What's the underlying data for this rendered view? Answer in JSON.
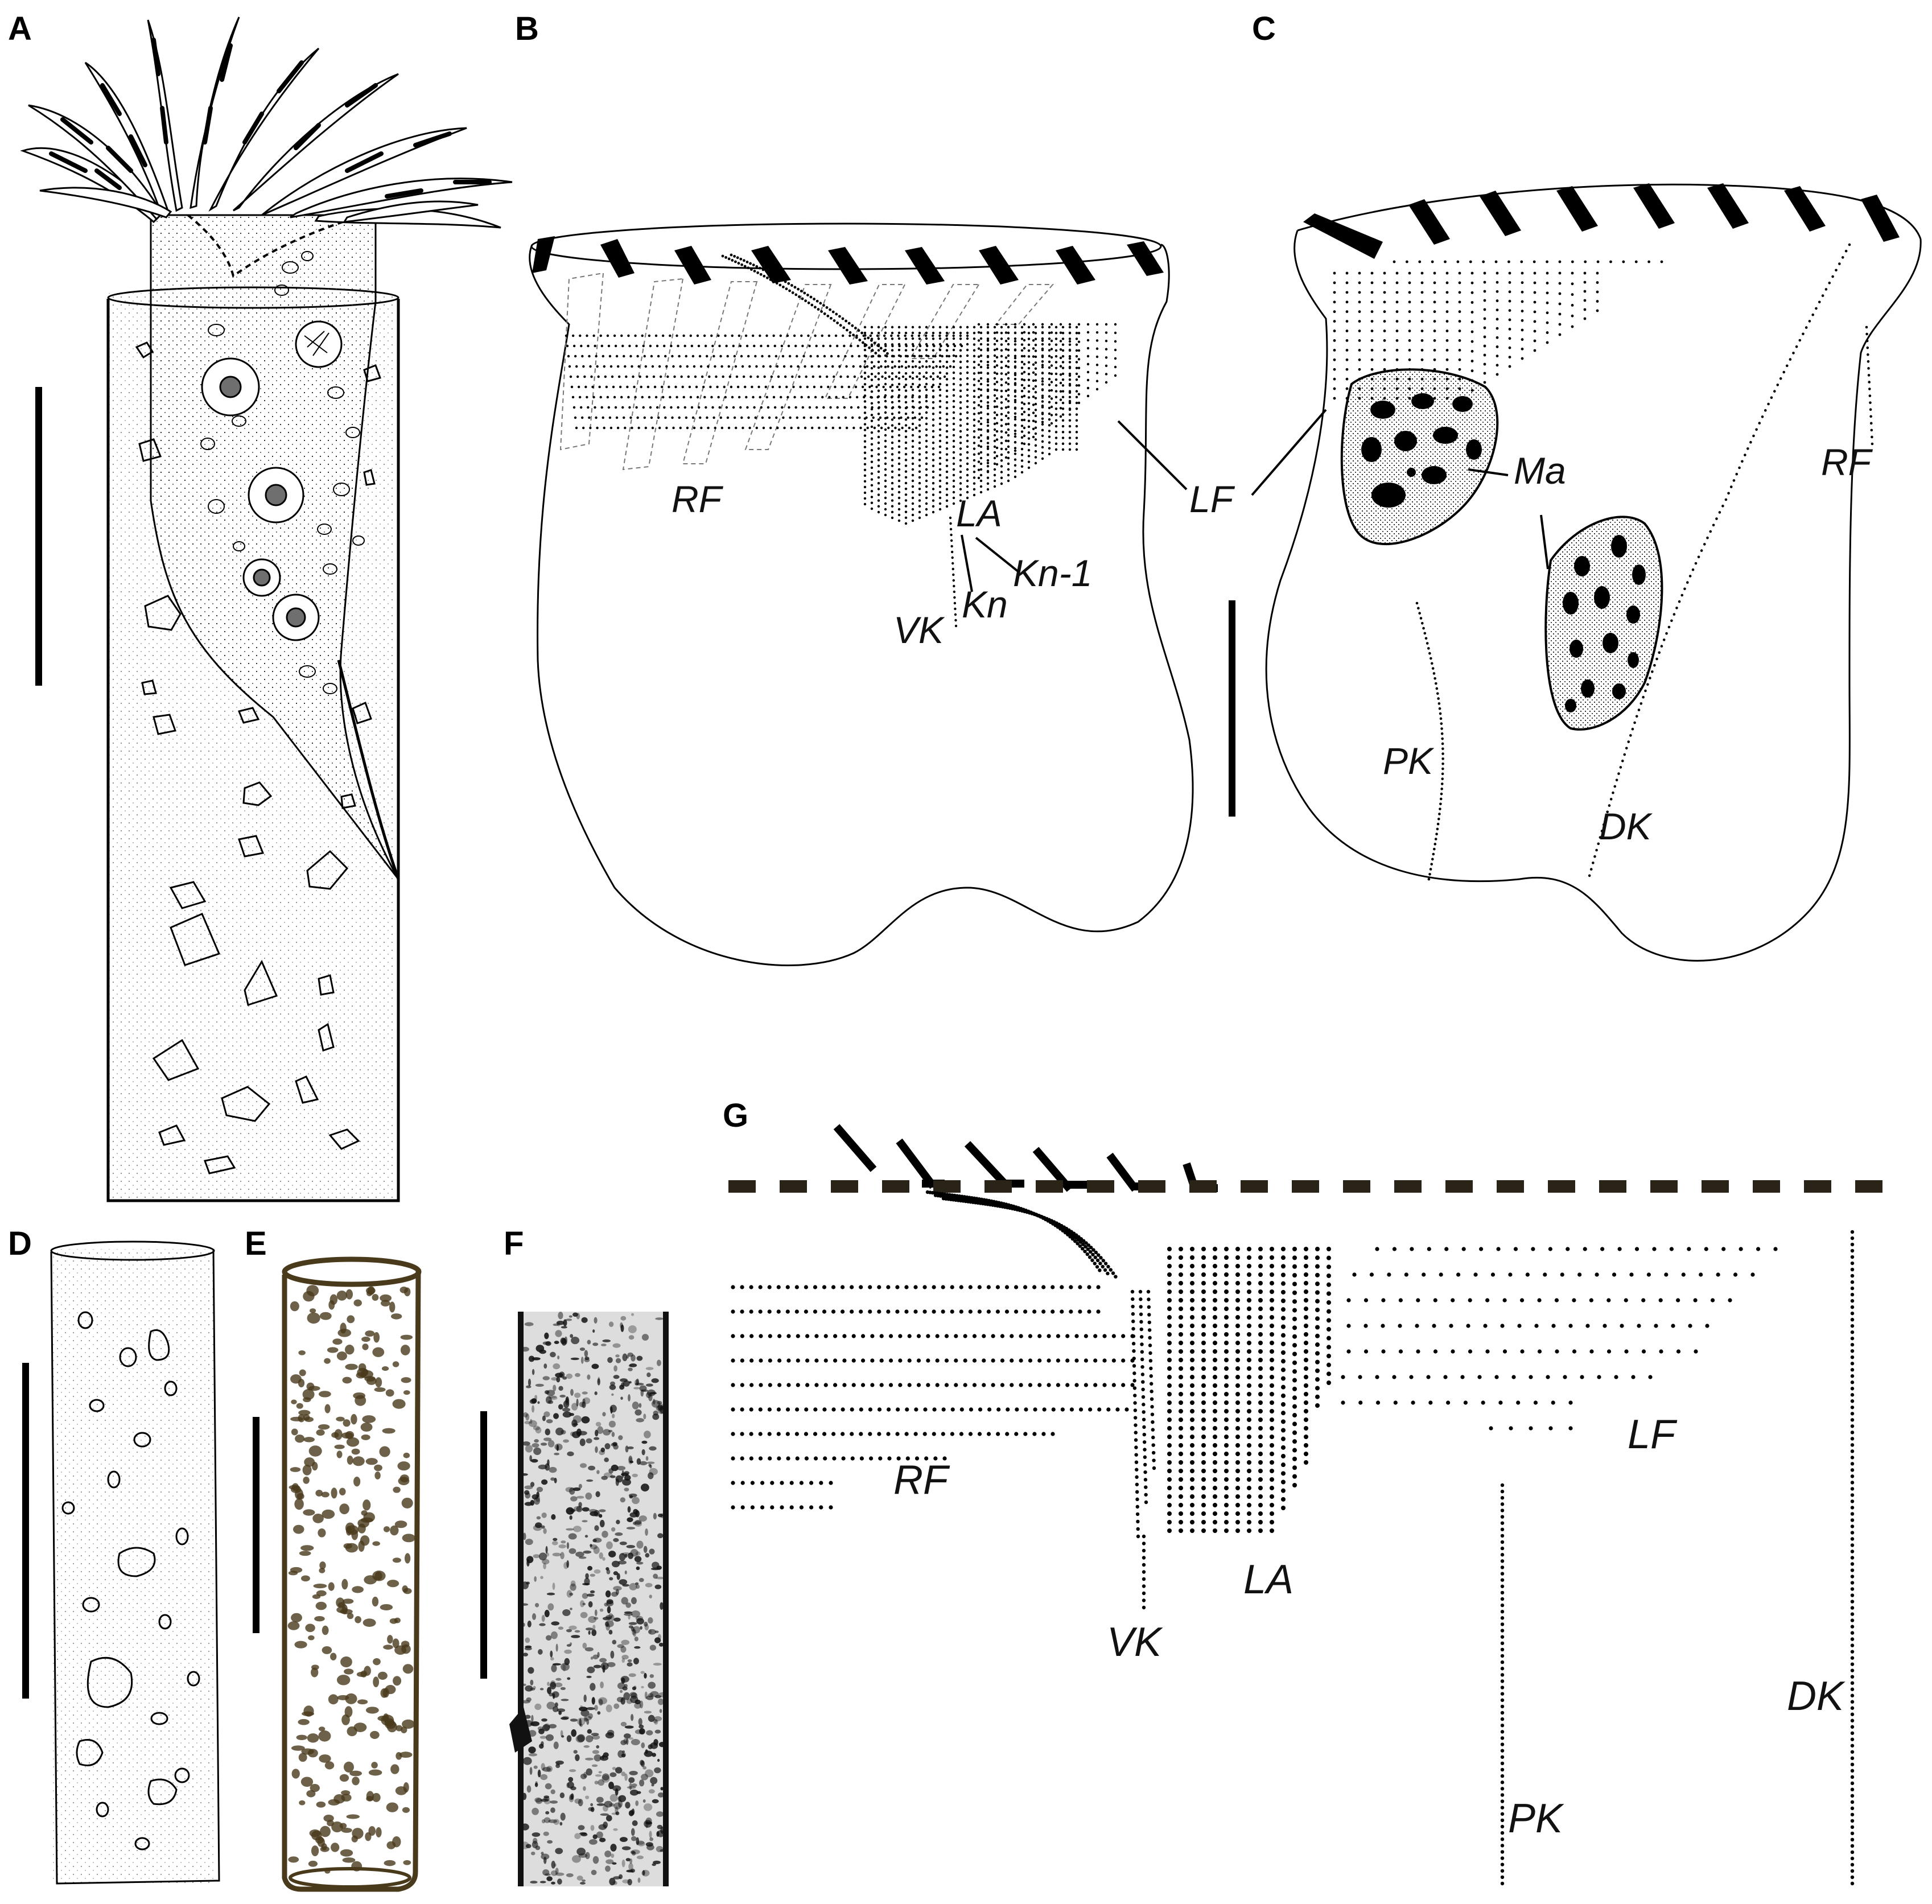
{
  "panels": {
    "A": "A",
    "B": "B",
    "C": "C",
    "D": "D",
    "E": "E",
    "F": "F",
    "G": "G"
  },
  "labels_B": {
    "RF": "RF",
    "LA": "LA",
    "LF": "LF",
    "Kn1": "Kn-1",
    "Kn": "Kn",
    "VK": "VK"
  },
  "labels_C": {
    "Ma": "Ma",
    "RF": "RF",
    "PK": "PK",
    "DK": "DK"
  },
  "labels_G": {
    "RF": "RF",
    "LF": "LF",
    "LA": "LA",
    "VK": "VK",
    "PK": "PK",
    "DK": "DK"
  },
  "colors": {
    "ink": "#000000",
    "paper": "#ffffff",
    "lorica_brown": "#4a3a1c",
    "panelG_dash": "#2a2418"
  }
}
